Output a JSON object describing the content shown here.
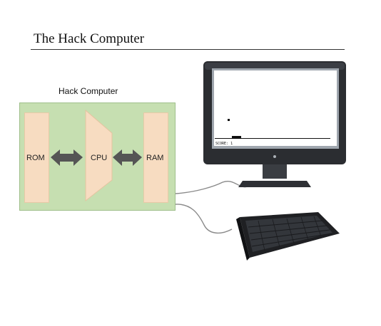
{
  "slide": {
    "title": "The Hack Computer"
  },
  "diagram": {
    "box_label": "Hack Computer",
    "rom_label": "ROM",
    "cpu_label": "CPU",
    "ram_label": "RAM",
    "screen_status": "SCORE: 1"
  },
  "colors": {
    "computer_box": "#c6dfb1",
    "memory_block": "#f7dcc1",
    "arrow": "#555555",
    "monitor_body": "#2b2d31",
    "keyboard_body": "#1f2023"
  },
  "icons": {
    "monitor": "monitor-icon",
    "keyboard": "keyboard-icon"
  }
}
